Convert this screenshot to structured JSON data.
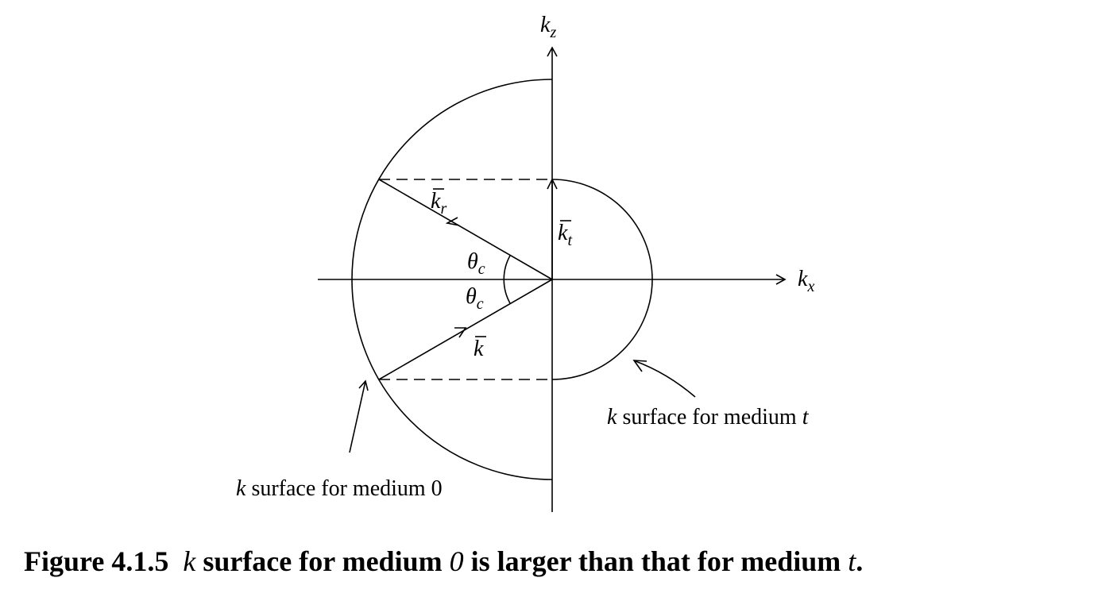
{
  "axes": {
    "kz": {
      "base": "k",
      "sub": "z"
    },
    "kx": {
      "base": "k",
      "sub": "x"
    }
  },
  "vectors": {
    "k_r": {
      "base": "k",
      "sub": "r"
    },
    "k_t": {
      "base": "k",
      "sub": "t"
    },
    "k": {
      "base": "k"
    }
  },
  "angles": {
    "upper": {
      "base": "θ",
      "sub": "c"
    },
    "lower": {
      "base": "θ",
      "sub": "c"
    }
  },
  "annotations": {
    "medium_t": {
      "k": "k",
      "text": "surface for medium",
      "var": "t"
    },
    "medium_0": {
      "k": "k",
      "text": "surface for medium 0"
    }
  },
  "caption": {
    "prefix": "Figure 4.1.5",
    "k": "k",
    "middle": "surface for medium",
    "zero": "0",
    "rest": "is larger than that for medium",
    "t": "t",
    "end": "."
  }
}
